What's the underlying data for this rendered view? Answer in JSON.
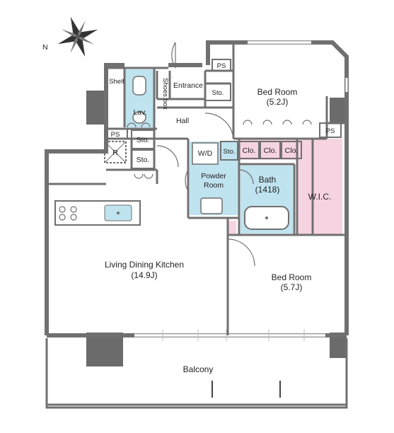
{
  "colors": {
    "wall": "#707070",
    "pillar": "#6b6b6b",
    "blue": "#bfe3ef",
    "pink": "#f6d3e1",
    "window": "#b8b8b8"
  },
  "compass": {
    "north": "N"
  },
  "rooms": {
    "bedroom1": {
      "name": "Bed Room",
      "size": "(5.2J)"
    },
    "bedroom2": {
      "name": "Bed Room",
      "size": "(5.7J)"
    },
    "ldk": {
      "name": "Living Dining Kitchen",
      "size": "(14.9J)"
    },
    "balcony": {
      "name": "Balcony"
    },
    "entrance": "Entrance",
    "hall": "Hall",
    "lav": "Lav.",
    "shelf": "Shelf",
    "shoes_box": "Shoes box",
    "bath": {
      "name": "Bath",
      "size": "(1418)"
    },
    "powder_room": {
      "line1": "Powder",
      "line2": "Room"
    },
    "wic": "W.I.C.",
    "wd": "W/D",
    "refrigerator": "R"
  },
  "labels": {
    "ps_top": "PS",
    "ps_left": "PS",
    "ps_right": "PS",
    "sto_entrance": "Sto.",
    "sto_lav1": "Sto.",
    "sto_lav2": "Sto.",
    "sto_powder": "Sto.",
    "clo1": "Clo.",
    "clo2": "Clo.",
    "clo3": "Clo."
  }
}
